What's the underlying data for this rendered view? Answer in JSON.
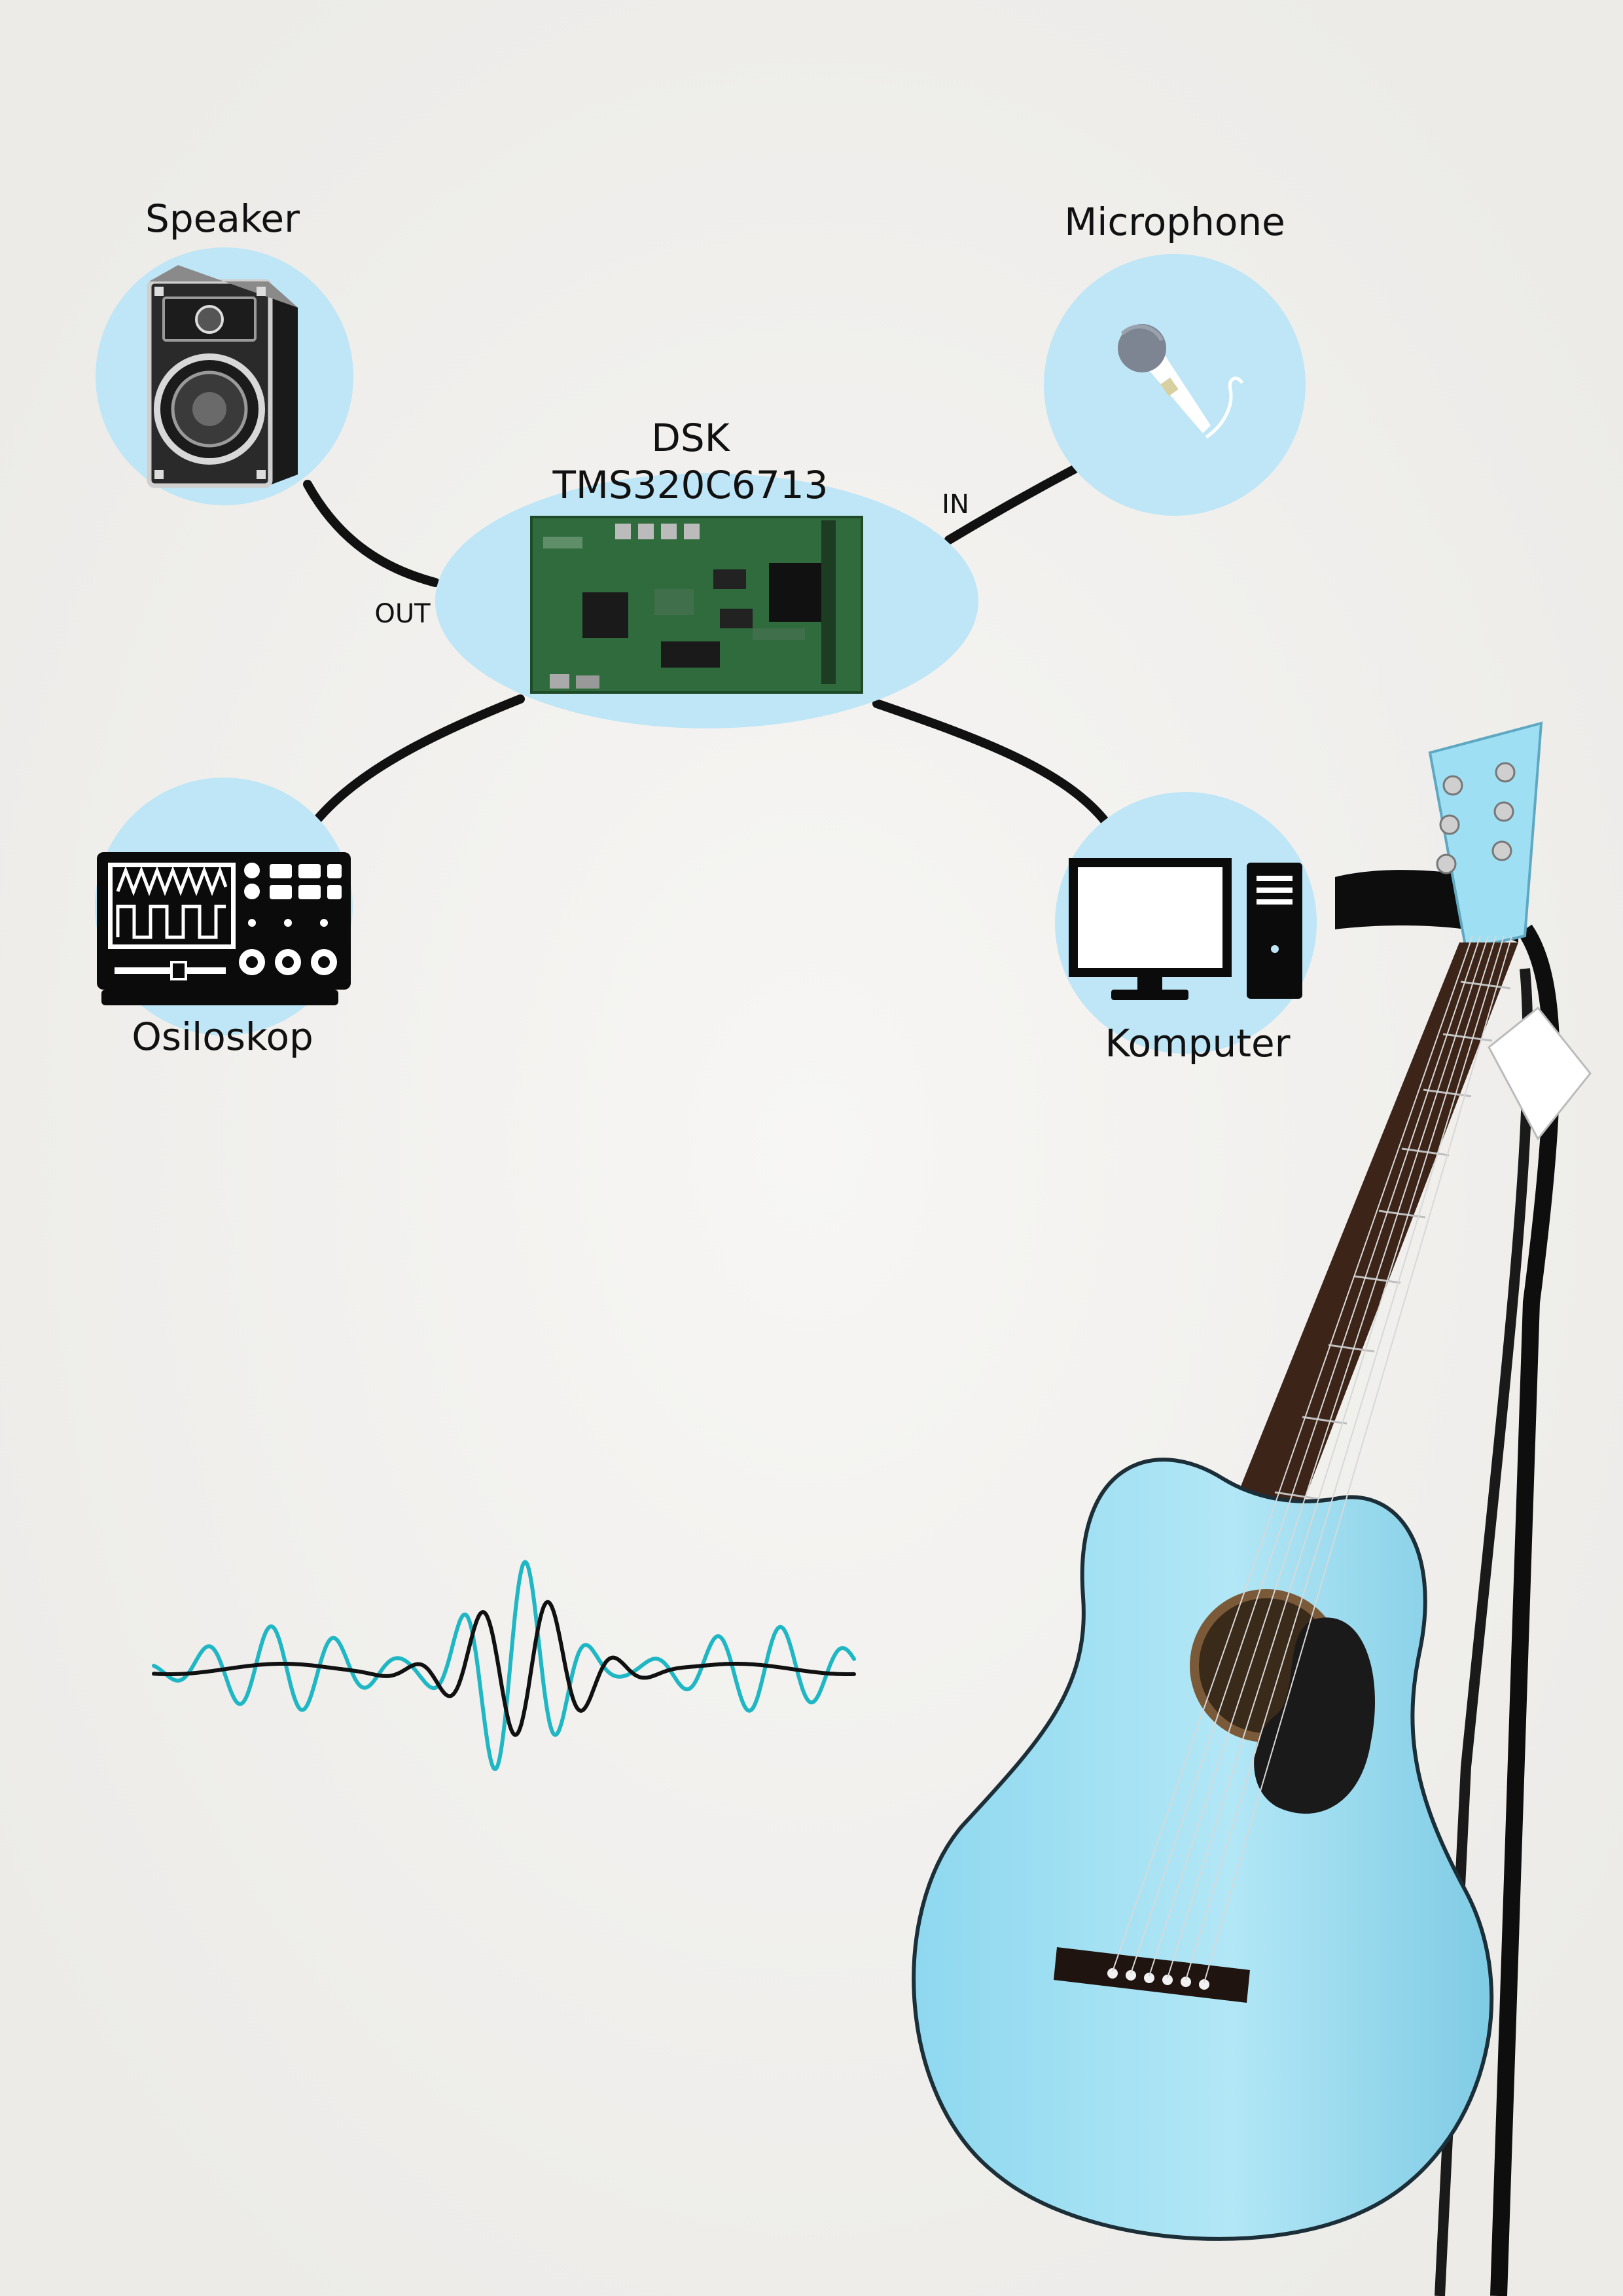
{
  "nodes": {
    "speaker": {
      "label": "Speaker"
    },
    "microphone": {
      "label": "Microphone"
    },
    "dsk": {
      "label_line1": "DSK",
      "label_line2": "TMS320C6713"
    },
    "oscilloscope": {
      "label": "Osiloskop"
    },
    "computer": {
      "label": "Komputer"
    }
  },
  "connections": {
    "in_label": "IN",
    "out_label": "OUT"
  },
  "colors": {
    "background": "#f2f1ef",
    "node_circle": "#bfe6f6",
    "wire": "#111111",
    "wave_cyan": "#1fb7c4",
    "wave_dark": "#111111",
    "guitar_body": "#9edff3",
    "pcb_green": "#2f6b3c"
  }
}
